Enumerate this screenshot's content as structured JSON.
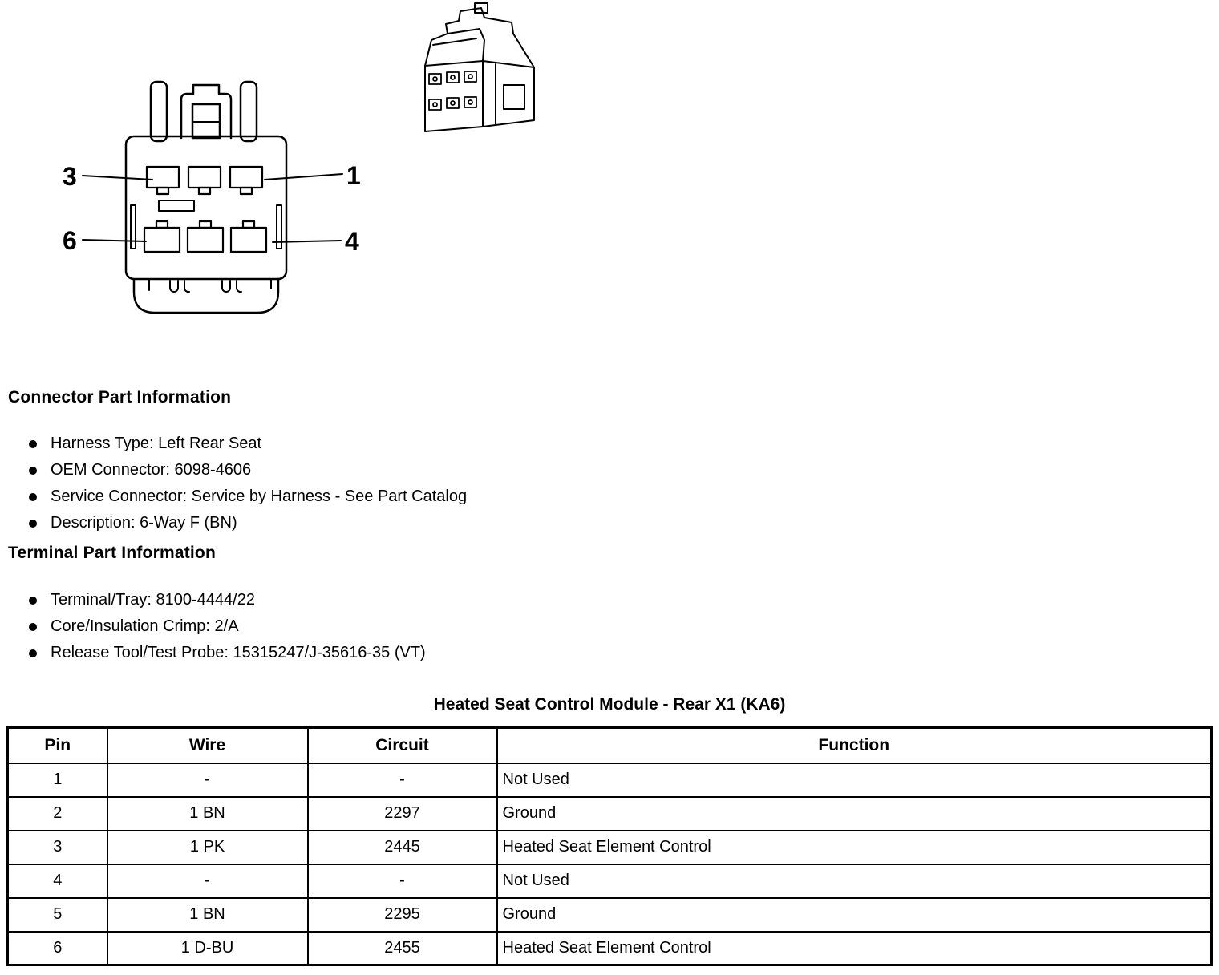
{
  "figure": {
    "pin_callouts": {
      "top_left": "3",
      "top_right": "1",
      "bottom_left": "6",
      "bottom_right": "4"
    }
  },
  "connector_part_info": {
    "heading": "Connector Part Information",
    "items": [
      "Harness Type: Left Rear Seat",
      "OEM Connector: 6098-4606",
      "Service Connector: Service by Harness - See Part Catalog",
      "Description: 6-Way F (BN)"
    ]
  },
  "terminal_part_info": {
    "heading": "Terminal Part Information",
    "items": [
      "Terminal/Tray: 8100-4444/22",
      "Core/Insulation Crimp: 2/A",
      "Release Tool/Test Probe: 15315247/J-35616-35 (VT)"
    ]
  },
  "pinout_table": {
    "title": "Heated Seat Control Module - Rear X1 (KA6)",
    "headers": [
      "Pin",
      "Wire",
      "Circuit",
      "Function"
    ],
    "rows": [
      {
        "pin": "1",
        "wire": "-",
        "circuit": "-",
        "function": "Not Used"
      },
      {
        "pin": "2",
        "wire": "1 BN",
        "circuit": "2297",
        "function": "Ground"
      },
      {
        "pin": "3",
        "wire": "1 PK",
        "circuit": "2445",
        "function": "Heated Seat Element Control"
      },
      {
        "pin": "4",
        "wire": "-",
        "circuit": "-",
        "function": "Not Used"
      },
      {
        "pin": "5",
        "wire": "1 BN",
        "circuit": "2295",
        "function": "Ground"
      },
      {
        "pin": "6",
        "wire": "1 D-BU",
        "circuit": "2455",
        "function": "Heated Seat Element Control"
      }
    ]
  },
  "colors": {
    "ink": "#000000",
    "paper": "#ffffff"
  }
}
